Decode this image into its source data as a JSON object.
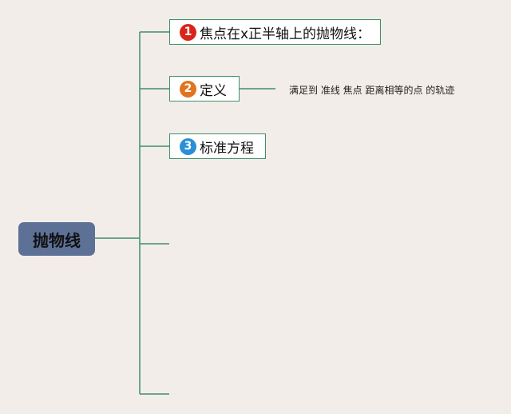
{
  "root": {
    "label": "抛物线"
  },
  "branches": [
    {
      "index": "1",
      "label": "焦点在x正半轴上的抛物线：",
      "badge_color": "#d7251b"
    },
    {
      "index": "2",
      "label": "定义",
      "badge_color": "#e3741f"
    },
    {
      "index": "3",
      "label": "标准方程",
      "badge_color": "#2b8fd8"
    }
  ],
  "definition_note": "满足到 准线 焦点 距离相等的点 的轨迹",
  "colors": {
    "background": "#f3ede9",
    "connector": "#3f8f6a",
    "root_fill": "#5d7096"
  }
}
